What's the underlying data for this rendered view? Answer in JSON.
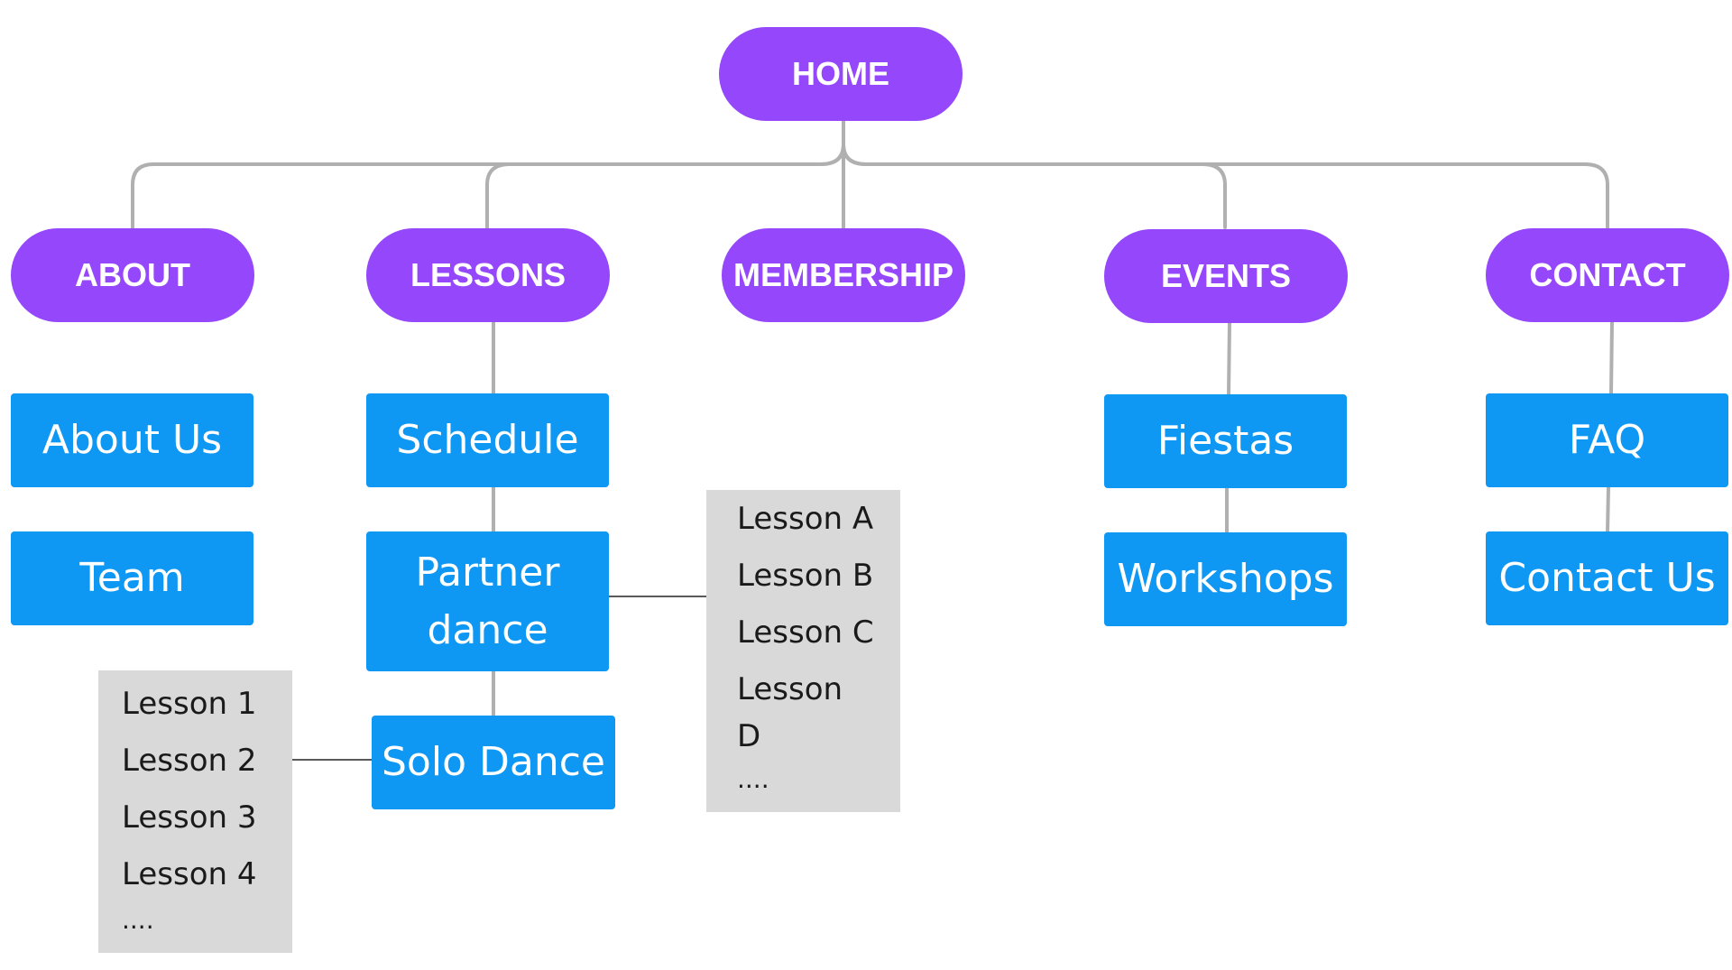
{
  "home": {
    "label": "HOME"
  },
  "sections": {
    "about": "ABOUT",
    "lessons": "LESSONS",
    "membership": "MEMBERSHIP",
    "events": "EVENTS",
    "contact": "CONTACT"
  },
  "pages": {
    "about_us": "About Us",
    "team": "Team",
    "schedule": "Schedule",
    "partner_dance_line1": "Partner",
    "partner_dance_line2": "dance",
    "solo_dance": "Solo Dance",
    "fiestas": "Fiestas",
    "workshops": "Workshops",
    "faq": "FAQ",
    "contact_us": "Contact Us"
  },
  "partner_lessons": [
    "Lesson A",
    "Lesson B",
    "Lesson C",
    "Lesson",
    "D",
    "...."
  ],
  "solo_lessons": [
    "Lesson 1",
    "Lesson 2",
    "Lesson 3",
    "Lesson 4",
    "...."
  ],
  "colors": {
    "pill": "#9547FC",
    "box": "#0F97F4",
    "list_bg": "#D9D9D9",
    "connector": "#B0B0B0",
    "link_line": "#222222"
  }
}
